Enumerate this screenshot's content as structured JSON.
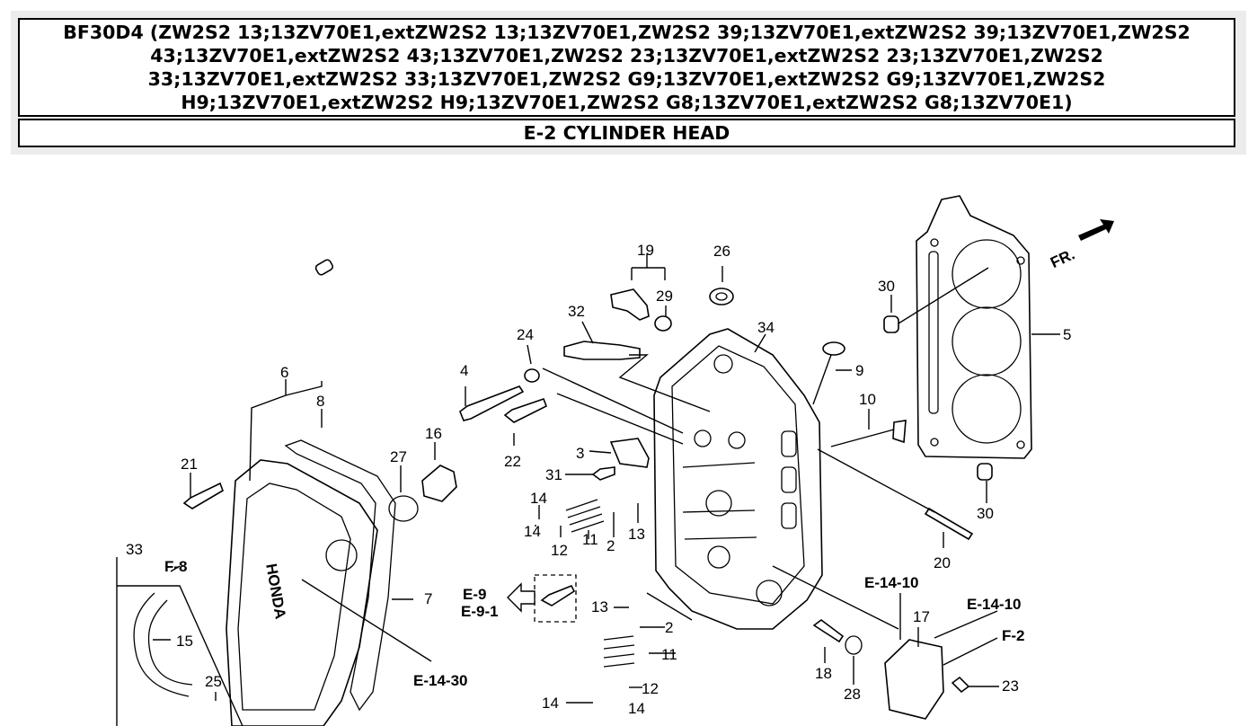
{
  "header": {
    "title": "BF30D4 (ZW2S2 13;13ZV70E1,extZW2S2 13;13ZV70E1,ZW2S2 39;13ZV70E1,extZW2S2 39;13ZV70E1,ZW2S2 43;13ZV70E1,extZW2S2 43;13ZV70E1,ZW2S2 23;13ZV70E1,extZW2S2 23;13ZV70E1,ZW2S2 33;13ZV70E1,extZW2S2 33;13ZV70E1,ZW2S2 G9;13ZV70E1,extZW2S2 G9;13ZV70E1,ZW2S2 H9;13ZV70E1,extZW2S2 H9;13ZV70E1,ZW2S2 G8;13ZV70E1,extZW2S2 G8;13ZV70E1)",
    "section": "E-2 CYLINDER HEAD"
  },
  "diagram": {
    "fr_label": "FR.",
    "brand_text": "HONDA",
    "part_numbers": {
      "p1": "19",
      "p2": "26",
      "p3": "29",
      "p4": "32",
      "p5": "24",
      "p6": "34",
      "p7": "30",
      "p8": "5",
      "p9": "4",
      "p10": "9",
      "p11": "6",
      "p12": "8",
      "p13": "10",
      "p14": "16",
      "p15": "27",
      "p16": "21",
      "p17": "3",
      "p18": "22",
      "p19": "31",
      "p20": "14",
      "p21": "30",
      "p22": "12",
      "p23": "11",
      "p24": "2",
      "p25": "13",
      "p26": "14",
      "p27": "20",
      "p28": "33",
      "p29": "7",
      "p30": "15",
      "p31": "13",
      "p32": "2",
      "p33": "11",
      "p34": "17",
      "p35": "18",
      "p36": "28",
      "p37": "23",
      "p38": "25",
      "p39": "12",
      "p40": "14",
      "p41": "14"
    },
    "refs": {
      "f8": "F-8",
      "e9": "E-9",
      "e91": "E-9-1",
      "e1430": "E-14-30",
      "e1410a": "E-14-10",
      "e1410b": "E-14-10",
      "f2": "F-2"
    }
  }
}
